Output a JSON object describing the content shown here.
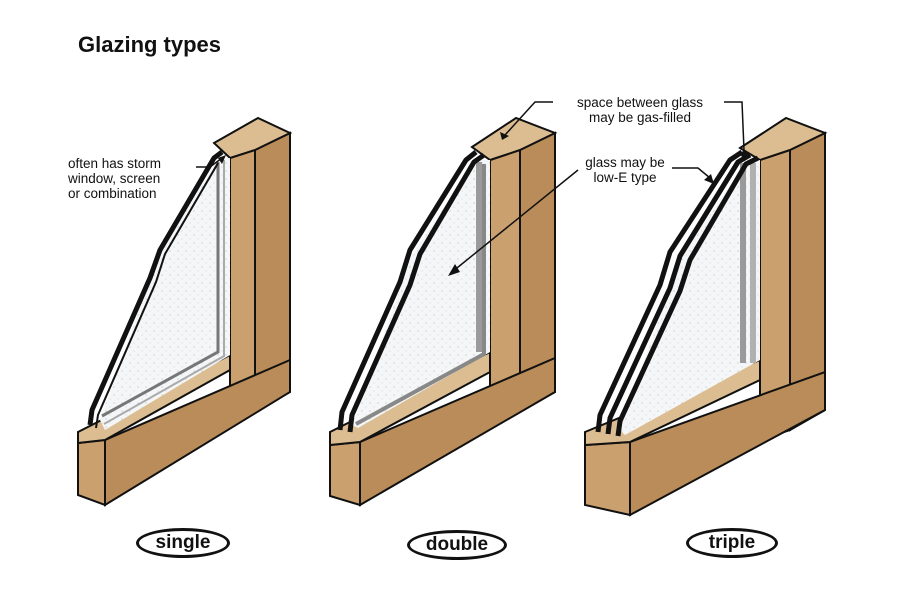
{
  "title": "Glazing types",
  "callouts": {
    "storm": [
      "often has storm",
      "window, screen",
      "or combination"
    ],
    "space": [
      "space between glass",
      "may be gas-filled"
    ],
    "lowe": [
      "glass may be",
      "low-E type"
    ]
  },
  "windows": [
    {
      "label": "single",
      "panes": 1
    },
    {
      "label": "double",
      "panes": 2
    },
    {
      "label": "triple",
      "panes": 3
    }
  ],
  "colors": {
    "wood_front": "#c9a06e",
    "wood_top": "#dcbd91",
    "wood_side": "#b98c59",
    "glass": "#f2f5f7",
    "spacer": "#9a9a9a",
    "outline": "#111111"
  }
}
